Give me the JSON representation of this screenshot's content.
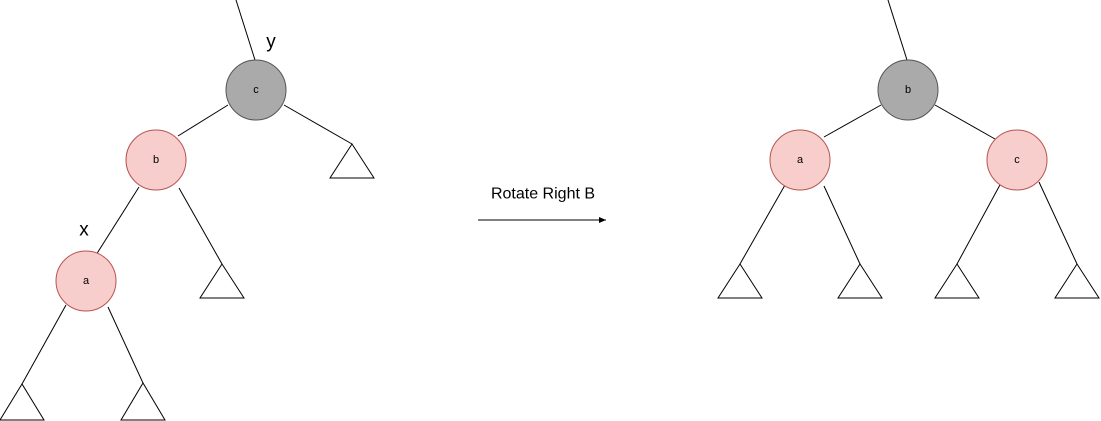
{
  "colors": {
    "black_node_fill": "#aaaaaa",
    "black_node_stroke": "#555555",
    "red_node_fill": "#f8cecc",
    "red_node_stroke": "#b85450"
  },
  "before": {
    "node_c": {
      "label": "c",
      "color": "black"
    },
    "node_b": {
      "label": "b",
      "color": "red"
    },
    "node_a": {
      "label": "a",
      "color": "red"
    },
    "pointer_y": "y",
    "pointer_x": "x"
  },
  "operation": {
    "label": "Rotate Right B"
  },
  "after": {
    "node_b": {
      "label": "b",
      "color": "black"
    },
    "node_a": {
      "label": "a",
      "color": "red"
    },
    "node_c": {
      "label": "c",
      "color": "red"
    }
  }
}
